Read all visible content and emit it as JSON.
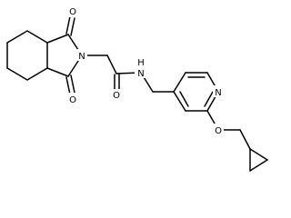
{
  "atoms": {
    "o_imide_top": "O",
    "o_imide_bottom": "O",
    "n_imide": "N",
    "o_amide": "O",
    "nh_amide": "N",
    "h_amide": "H",
    "n_pyridine": "N",
    "o_ether": "O"
  }
}
